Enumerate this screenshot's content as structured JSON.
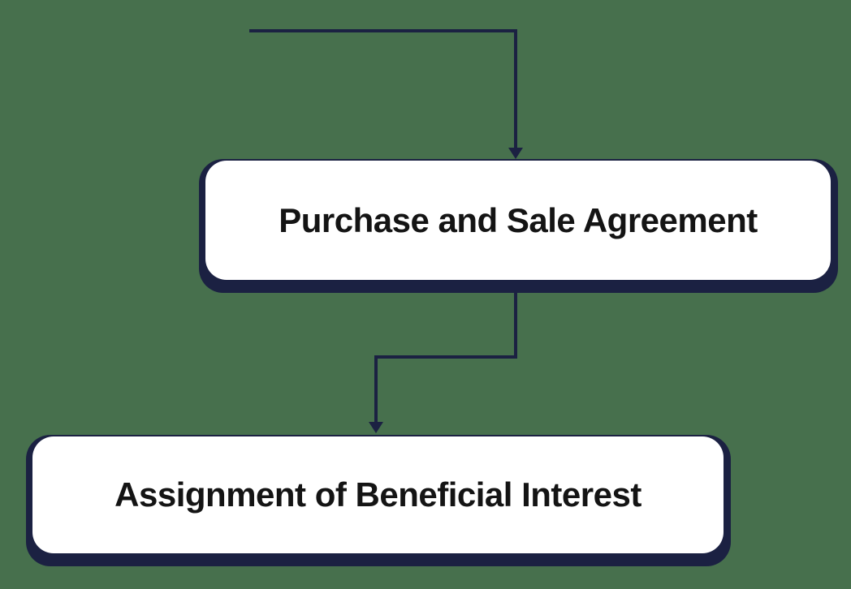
{
  "colors": {
    "bg-color": "#47704D",
    "accent-color": "#1B2142",
    "node-fill": "#FFFFFF",
    "text-color": "#141414"
  },
  "diagram": {
    "type": "flowchart",
    "direction": "top-down",
    "nodes": [
      {
        "id": "purchase-sale-agreement",
        "label": "Purchase and Sale Agreement"
      },
      {
        "id": "assignment-beneficial-interest",
        "label": "Assignment of Beneficial Interest"
      }
    ],
    "connectors": [
      {
        "from": "offscreen-top-left",
        "to": "purchase-sale-agreement",
        "style": "elbow-arrow-down"
      },
      {
        "from": "purchase-sale-agreement",
        "to": "assignment-beneficial-interest",
        "style": "elbow-arrow-down-left"
      }
    ]
  }
}
